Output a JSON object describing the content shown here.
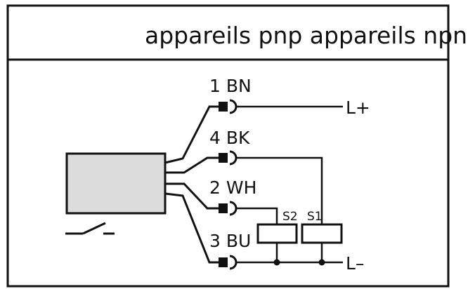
{
  "header": {
    "title": "appareils pnp appareils npn"
  },
  "pins": [
    {
      "label": "1 BN"
    },
    {
      "label": "4 BK"
    },
    {
      "label": "2 WH"
    },
    {
      "label": "3 BU"
    }
  ],
  "rails": {
    "plus": "L+",
    "minus": "L–"
  },
  "loads": {
    "s2": "S2",
    "s1": "S1"
  },
  "colors": {
    "line": "#111111",
    "sensor_fill": "#dcdcdc"
  }
}
